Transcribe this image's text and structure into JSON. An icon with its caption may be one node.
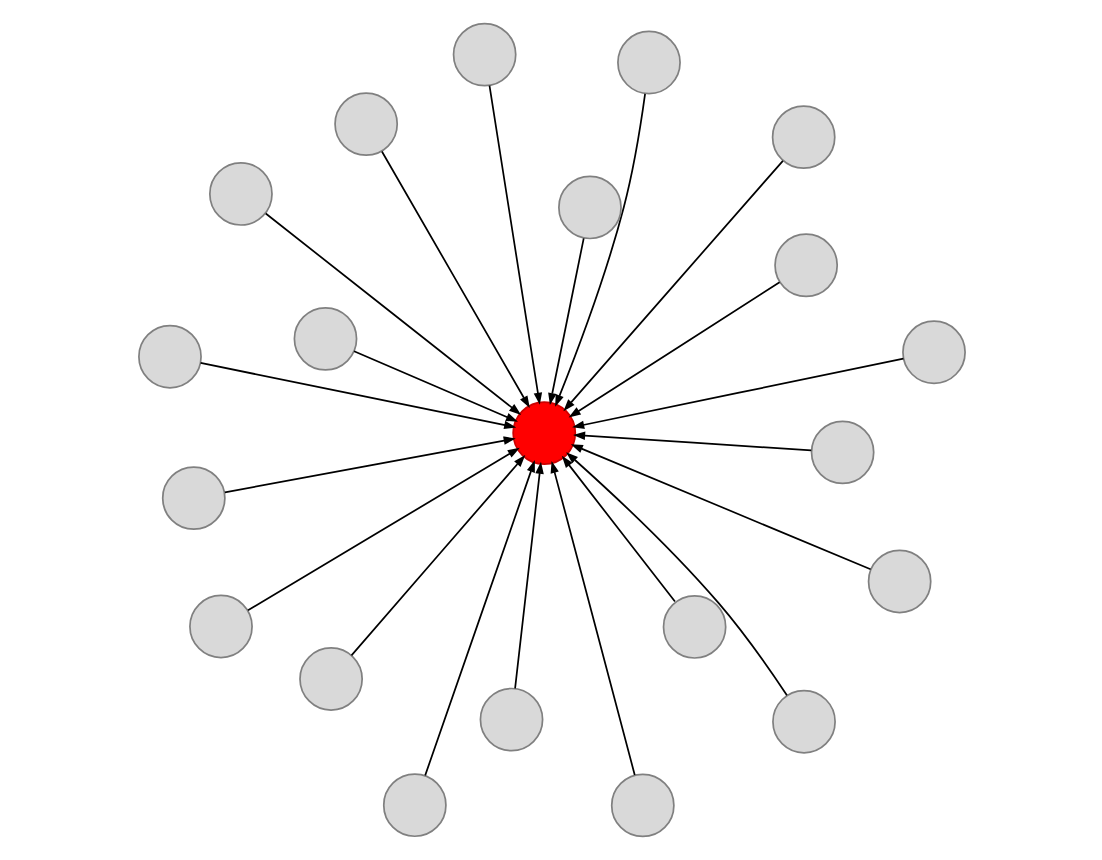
{
  "diagram": {
    "nodes": [
      {
        "text": [],
        "shape": "circle"
      },
      {
        "text": [],
        "shape": "circle"
      },
      {
        "text": [],
        "shape": "circle"
      },
      {
        "text": [],
        "shape": "circle"
      },
      {
        "text": [],
        "shape": "circle"
      },
      {
        "text": [],
        "shape": "circle"
      },
      {
        "text": [],
        "shape": "circle"
      },
      {
        "text": [],
        "shape": "circle"
      },
      {
        "text": [],
        "shape": "circle"
      },
      {
        "text": [],
        "shape": "circle"
      },
      {
        "text": [],
        "shape": "circle"
      },
      {
        "text": [],
        "shape": "circle"
      },
      {
        "text": [],
        "shape": "circle"
      },
      {
        "text": [],
        "shape": "circle"
      },
      {
        "text": [],
        "shape": "circle"
      },
      {
        "text": [],
        "shape": "circle"
      },
      {
        "text": [],
        "shape": "circle"
      },
      {
        "text": [],
        "shape": "circle"
      },
      {
        "text": [],
        "shape": "circle"
      },
      {
        "text": [],
        "shape": "circle"
      },
      {
        "text": [],
        "shape": "circle"
      }
    ],
    "edges": [
      {
        "from": 1,
        "to": 0,
        "arrow": "to"
      },
      {
        "from": 2,
        "to": 0,
        "arrow": "to"
      },
      {
        "from": 3,
        "to": 0,
        "arrow": "to"
      },
      {
        "from": 4,
        "to": 0,
        "arrow": "to"
      },
      {
        "from": 5,
        "to": 0,
        "arrow": "to"
      },
      {
        "from": 6,
        "to": 0,
        "arrow": "to"
      },
      {
        "from": 7,
        "to": 0,
        "arrow": "to"
      },
      {
        "from": 8,
        "to": 0,
        "arrow": "to"
      },
      {
        "from": 9,
        "to": 0,
        "arrow": "to"
      },
      {
        "from": 10,
        "to": 0,
        "arrow": "to"
      },
      {
        "from": 11,
        "to": 0,
        "arrow": "to"
      },
      {
        "from": 12,
        "to": 0,
        "arrow": "to"
      },
      {
        "from": 13,
        "to": 0,
        "arrow": "to"
      },
      {
        "from": 14,
        "to": 0,
        "arrow": "to"
      },
      {
        "from": 15,
        "to": 0,
        "arrow": "to"
      },
      {
        "from": 16,
        "to": 0,
        "arrow": "to"
      },
      {
        "from": 17,
        "to": 0,
        "arrow": "to"
      },
      {
        "from": 18,
        "to": 0,
        "arrow": "to"
      },
      {
        "from": 19,
        "to": 0,
        "arrow": "to"
      },
      {
        "from": 20,
        "to": 0,
        "arrow": "to"
      }
    ]
  }
}
